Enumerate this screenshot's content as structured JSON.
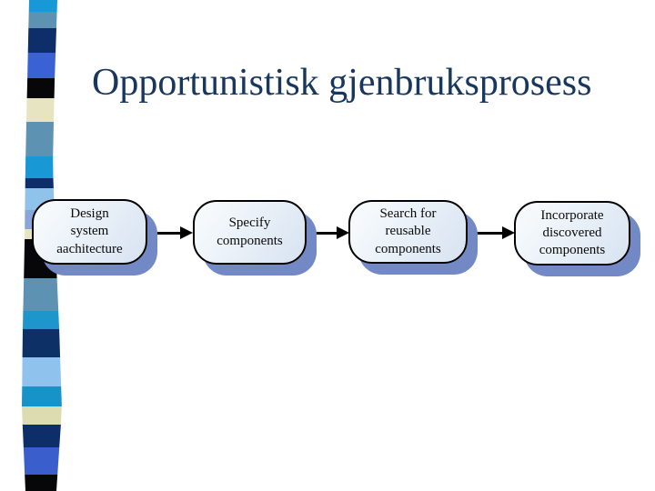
{
  "title": "Opportunistisk gjenbruksprosess",
  "flow": {
    "steps": [
      {
        "id": "design-system-architecture",
        "text": "Design\nsystem\naachitecture"
      },
      {
        "id": "specify-components",
        "text": "Specify\ncomponents"
      },
      {
        "id": "search-reusable-components",
        "text": "Search for\nreusable\ncomponents"
      },
      {
        "id": "incorporate-discovered-components",
        "text": "Incorporate\ndiscovered\ncomponents"
      }
    ]
  },
  "colors": {
    "background": "#FFFFFF",
    "title_text": "#17375E",
    "box_fill_light": "#F5F9FC",
    "box_fill_dark": "#D7E3F1",
    "box_border": "#000000",
    "box_shadow": "#7389C6",
    "box_text": "#0A0A0A",
    "arrow": "#000000"
  },
  "ribbon": {
    "segments": [
      {
        "color": "#1899D5",
        "from": 0,
        "to": 13
      },
      {
        "color": "#5E92B3",
        "from": 13,
        "to": 31
      },
      {
        "color": "#0D2E68",
        "from": 31,
        "to": 58
      },
      {
        "color": "#3A62D4",
        "from": 58,
        "to": 86
      },
      {
        "color": "#070709",
        "from": 86,
        "to": 108
      },
      {
        "color": "#E7E4C1",
        "from": 108,
        "to": 134
      },
      {
        "color": "#5E92B3",
        "from": 134,
        "to": 172
      },
      {
        "color": "#1899D5",
        "from": 172,
        "to": 196
      },
      {
        "color": "#0D2E68",
        "from": 196,
        "to": 207
      },
      {
        "color": "#8FC3EA",
        "from": 207,
        "to": 231
      },
      {
        "color": "#89A6DC",
        "from": 231,
        "to": 252
      },
      {
        "color": "#E7E4C1",
        "from": 252,
        "to": 263
      },
      {
        "color": "#070709",
        "from": 263,
        "to": 306
      },
      {
        "color": "#5E92B3",
        "from": 306,
        "to": 342
      },
      {
        "color": "#1E96CC",
        "from": 342,
        "to": 362
      },
      {
        "color": "#0D3166",
        "from": 362,
        "to": 393
      },
      {
        "color": "#8FC3EE",
        "from": 393,
        "to": 425
      },
      {
        "color": "#1893C8",
        "from": 425,
        "to": 447
      },
      {
        "color": "#DDDCB0",
        "from": 447,
        "to": 467
      },
      {
        "color": "#0D2E68",
        "from": 467,
        "to": 492
      },
      {
        "color": "#3A5FCC",
        "from": 492,
        "to": 522
      },
      {
        "color": "#070709",
        "from": 522,
        "to": 540
      }
    ]
  }
}
